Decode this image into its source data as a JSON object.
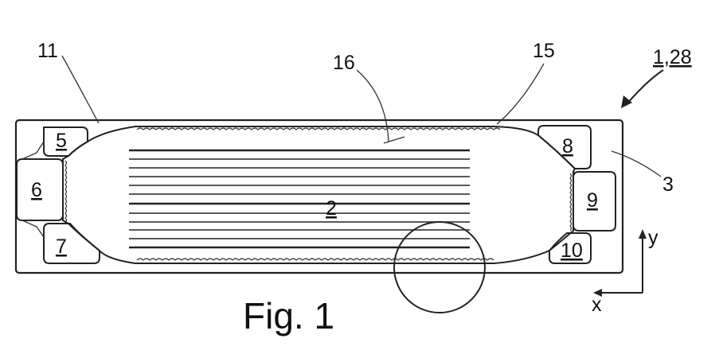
{
  "figure": {
    "caption": "Fig. 1",
    "refs": {
      "r11": "11",
      "r16": "16",
      "r15": "15",
      "r1_28": "1,28",
      "r3": "3",
      "r2": "2",
      "r5": "5",
      "r6": "6",
      "r7": "7",
      "r8": "8",
      "r9": "9",
      "r10": "10"
    },
    "axes": {
      "x": "x",
      "y": "y"
    }
  }
}
